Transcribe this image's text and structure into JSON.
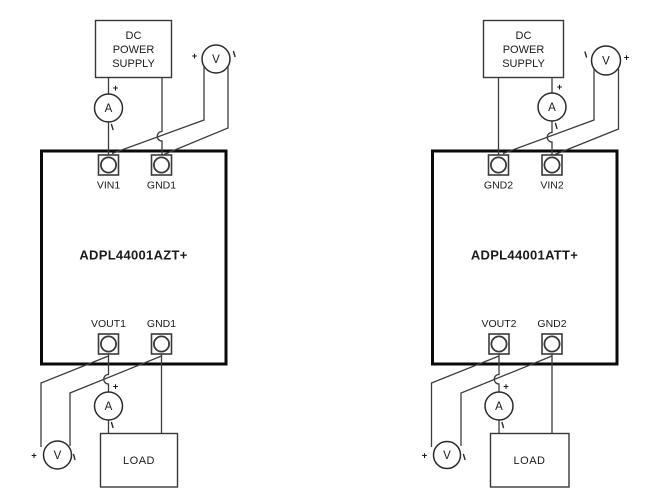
{
  "figure": {
    "left": {
      "supply": [
        "DC",
        "POWER",
        "SUPPLY"
      ],
      "device": "ADPL44001AZT+",
      "terminal_top_1": "VIN1",
      "terminal_top_2": "GND1",
      "terminal_bottom_1": "VOUT1",
      "terminal_bottom_2": "GND1",
      "load": "LOAD",
      "ammeter": "A",
      "voltmeter": "V",
      "plus": "+"
    },
    "right": {
      "supply": [
        "DC",
        "POWER",
        "SUPPLY"
      ],
      "device": "ADPL44001ATT+",
      "terminal_top_1": "GND2",
      "terminal_top_2": "VIN2",
      "terminal_bottom_1": "VOUT2",
      "terminal_bottom_2": "GND2",
      "load": "LOAD",
      "ammeter": "A",
      "voltmeter": "V",
      "plus": "+"
    },
    "colors": {
      "wire": "#3d3d3d",
      "border": "#0a0a0a",
      "text": "#1a1a1a",
      "background": "#ffffff"
    }
  }
}
